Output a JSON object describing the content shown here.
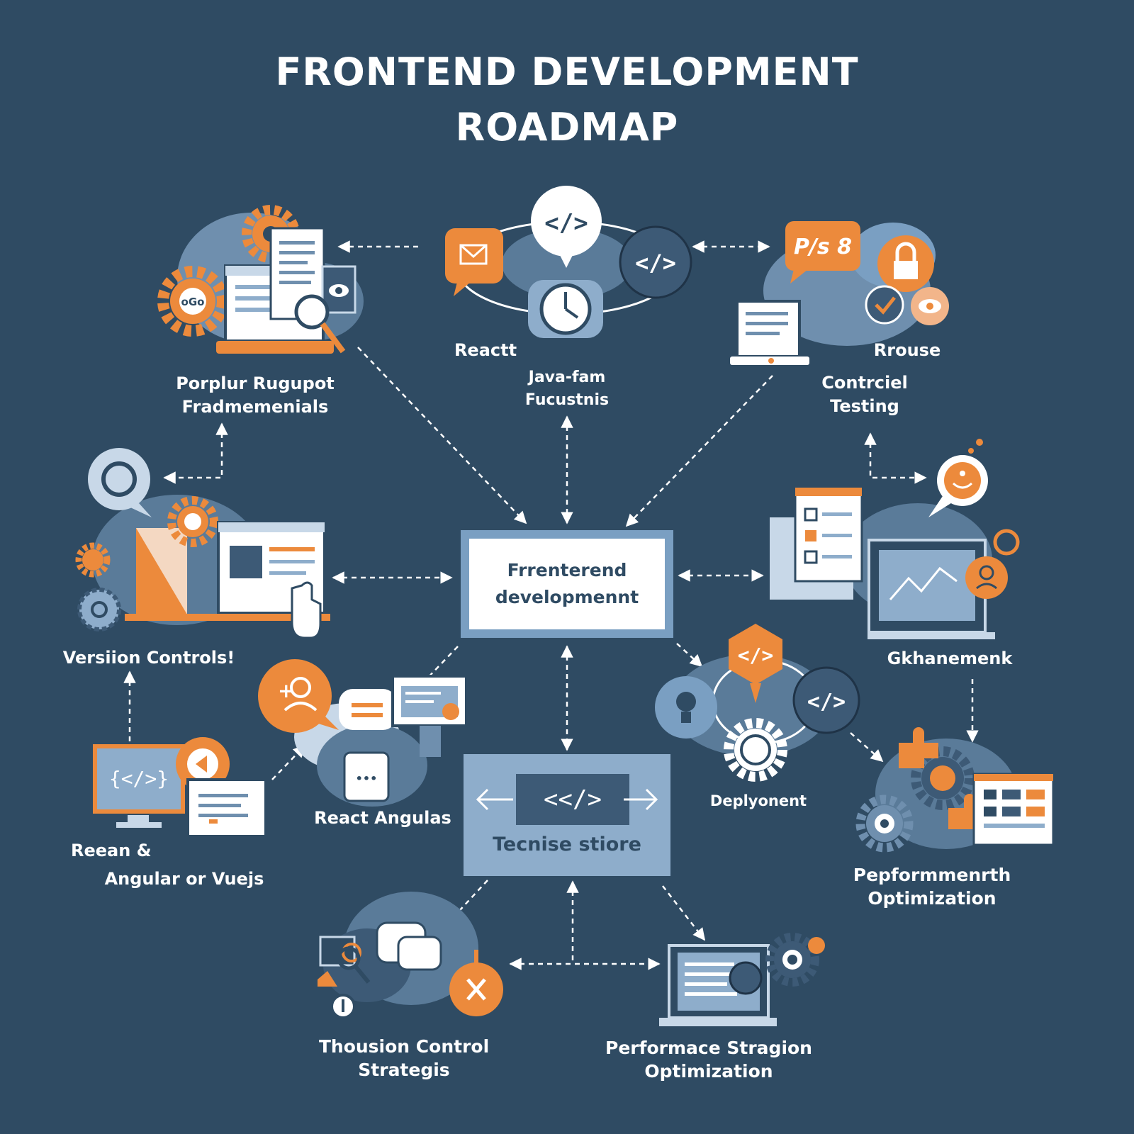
{
  "title": {
    "line1": "FRONTEND DEVELOPMENT",
    "line2": "ROADMAP"
  },
  "center": {
    "line1": "Frrenterend",
    "line2": "developmennt"
  },
  "store": {
    "code": "<</>",
    "label": "Tecnise stiore"
  },
  "nodes": {
    "fundamentals": {
      "line1": "Porplur Rugupot",
      "line2": "Fradmemenials"
    },
    "react": {
      "line1": "Reactt"
    },
    "javascript": {
      "line1": "Java-fam",
      "line2": "Fucustnis"
    },
    "testing": {
      "line1": "Rrouse",
      "line2": "Contrciel",
      "line3": "Testing"
    },
    "version_control": {
      "line1": "Versiion Controls!"
    },
    "framework": {
      "line1": "Gkhanemenk"
    },
    "react_angular": {
      "line1": "React Angulas"
    },
    "deployment": {
      "line1": "Deplyonent"
    },
    "vue": {
      "line1": "Reean &",
      "line2": "Angular or Vuejs"
    },
    "performance": {
      "line1": "Pepformmenrth",
      "line2": "Optimization"
    },
    "strategies": {
      "line1": "Thousion Control",
      "line2": "Strategis"
    },
    "perf_strategy": {
      "line1": "Performace Stragion",
      "line2": "Optimization"
    }
  },
  "icon_text": {
    "ps_badge": "P/s 8",
    "code_glyph": "</>",
    "ellipsis": "•••"
  },
  "colors": {
    "background": "#2f4b63",
    "accent": "#ec8a3c",
    "panel": "#7a9fc2",
    "light": "#c8d8e8",
    "dark": "#3d5a76",
    "white": "#ffffff"
  }
}
